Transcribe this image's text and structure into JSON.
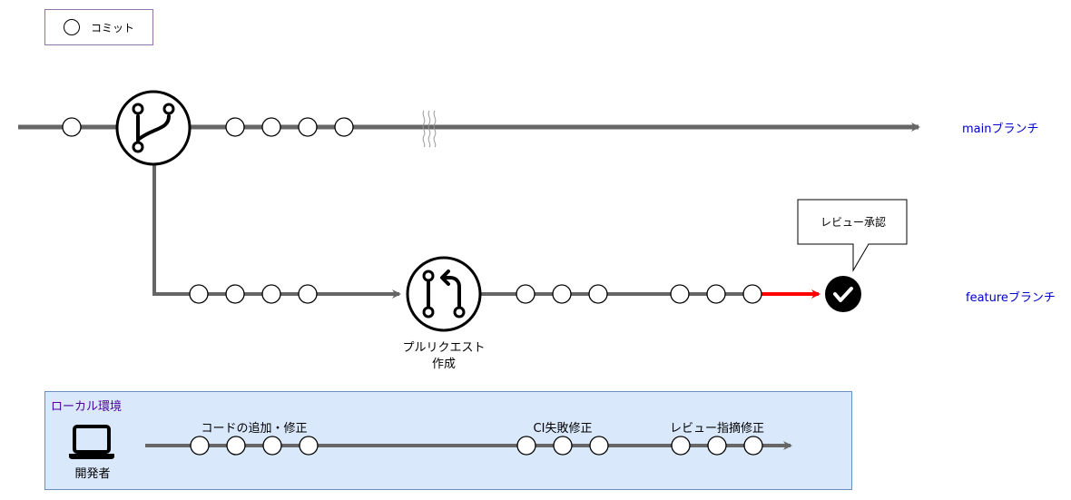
{
  "legend": {
    "commit_label": "コミット"
  },
  "branches": {
    "main_label": "mainブランチ",
    "feature_label": "featureブランチ"
  },
  "pull_request": {
    "label_line1": "プルリクエスト",
    "label_line2": "作成"
  },
  "review": {
    "callout_label": "レビュー承認"
  },
  "local": {
    "title": "ローカル環境",
    "developer_label": "開発者",
    "segments": [
      "コードの追加・修正",
      "CI失敗修正",
      "レビュー指摘修正"
    ]
  },
  "icons": {
    "branch": "git-branch-icon",
    "pull_request": "pull-request-icon",
    "approved": "check-circle-icon",
    "developer": "laptop-icon"
  },
  "colors": {
    "line": "#666666",
    "highlight": "#ff0000",
    "branch_label": "#0000cc",
    "local_bg": "#dae8fc",
    "local_border": "#6c8ebf",
    "legend_border": "#9673a6",
    "local_title": "#4c0099"
  }
}
